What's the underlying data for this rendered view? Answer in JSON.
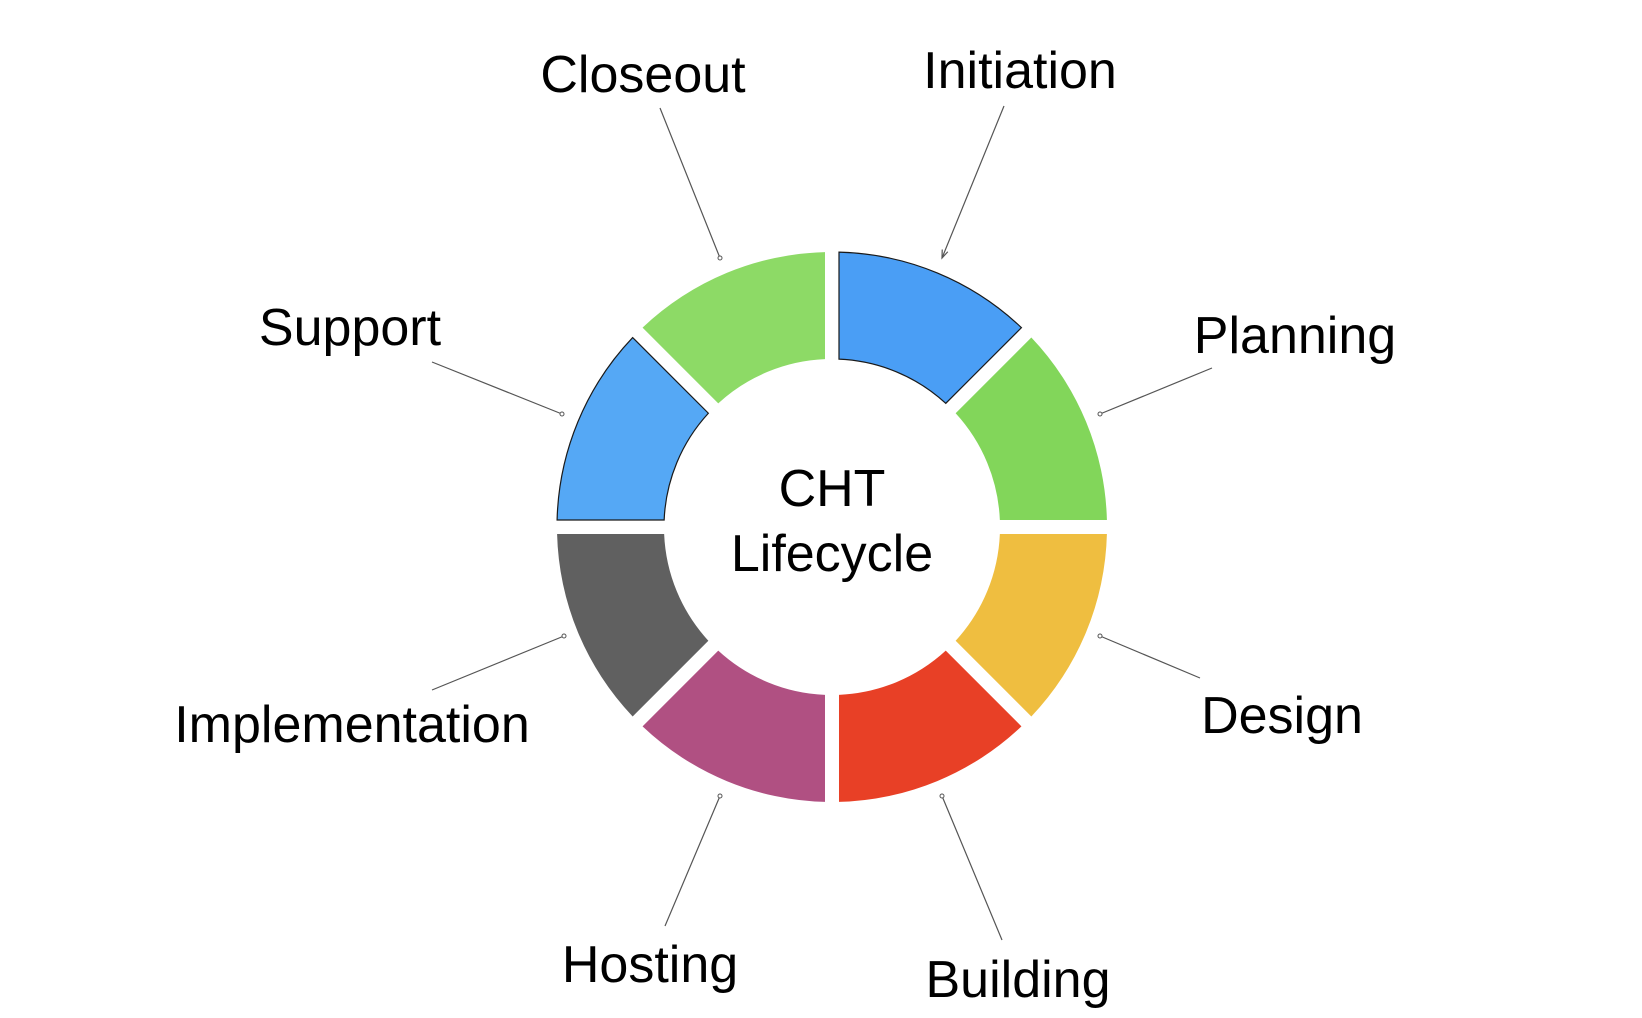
{
  "diagram": {
    "center_text_lines": [
      "CHT",
      "Lifecycle"
    ],
    "segments": [
      {
        "label": "Initiation",
        "color": "#4A9EF5",
        "outlined": true
      },
      {
        "label": "Planning",
        "color": "#82D65A",
        "outlined": false
      },
      {
        "label": "Design",
        "color": "#EFBE40",
        "outlined": false
      },
      {
        "label": "Building",
        "color": "#E84026",
        "outlined": false
      },
      {
        "label": "Hosting",
        "color": "#B05082",
        "outlined": false
      },
      {
        "label": "Implementation",
        "color": "#606060",
        "outlined": false
      },
      {
        "label": "Support",
        "color": "#55A8F5",
        "outlined": true
      },
      {
        "label": "Closeout",
        "color": "#8DDA66",
        "outlined": false
      }
    ]
  }
}
